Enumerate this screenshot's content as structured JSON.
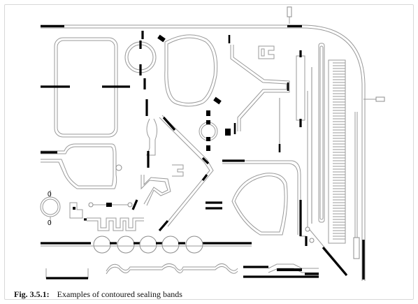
{
  "figure": {
    "caption_label": "Fig. 3.5.1:",
    "caption_text": "Examples of contoured sealing bands"
  },
  "colors": {
    "background": "#ffffff",
    "wire": "#9a9a9a",
    "band": "#000000",
    "caption": "#111111"
  },
  "diagram": {
    "labels": [
      "0",
      "0"
    ]
  }
}
